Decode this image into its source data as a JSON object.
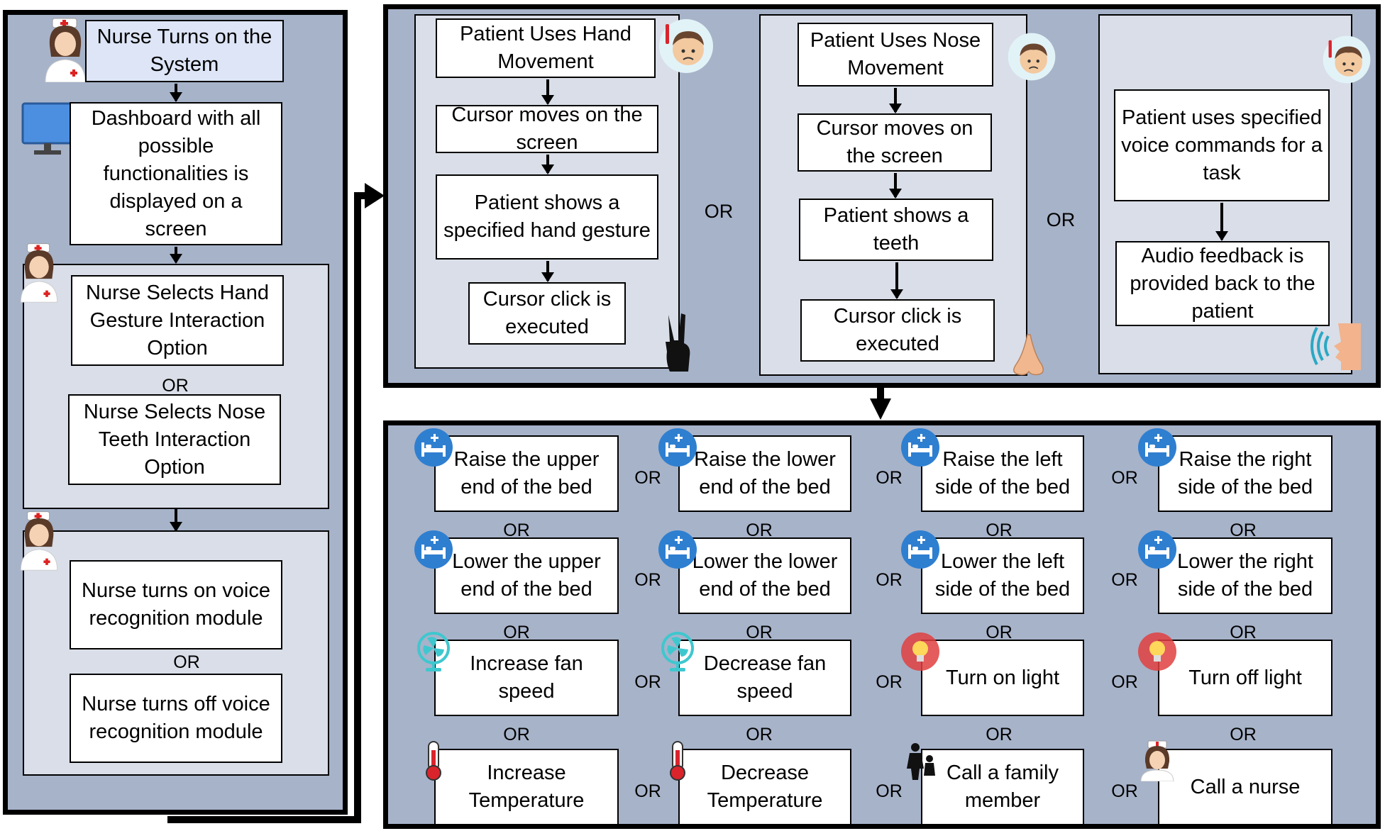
{
  "left_column": {
    "start": "Nurse Turns on the System",
    "dashboard": "Dashboard with all possible functionalities is displayed on a screen",
    "select_hand": "Nurse Selects Hand Gesture Interaction Option",
    "or_1": "OR",
    "select_nose": "Nurse Selects Nose Teeth Interaction Option",
    "voice_on": "Nurse turns on voice recognition module",
    "or_2": "OR",
    "voice_off": "Nurse turns off voice recognition module"
  },
  "interaction_panel": {
    "hand": {
      "title": "Patient Uses Hand Movement",
      "step1": "Cursor moves on the screen",
      "step2": "Patient shows a specified hand gesture",
      "step3": "Cursor click is executed"
    },
    "or_a": "OR",
    "nose": {
      "title": "Patient Uses Nose Movement",
      "step1": "Cursor moves on the screen",
      "step2": "Patient shows a teeth",
      "step3": "Cursor click is executed"
    },
    "or_b": "OR",
    "voice": {
      "step1": "Patient uses specified voice commands for a task",
      "step2": "Audio feedback is provided back to the patient"
    }
  },
  "actions": {
    "grid": [
      [
        "Raise the upper end of the bed",
        "Raise the lower end of the bed",
        "Raise the left side of the bed",
        "Raise the right side of the bed"
      ],
      [
        "Lower the upper end of the bed",
        "Lower  the lower end of the bed",
        "Lower the left side of the bed",
        "Lower the right side of the bed"
      ],
      [
        "Increase fan speed",
        "Decrease fan speed",
        "Turn on light",
        "Turn off light"
      ],
      [
        "Increase Temperature",
        "Decrease Temperature",
        "Call a family member",
        "Call a nurse"
      ]
    ],
    "or_label": "OR",
    "icons": [
      [
        "bed-icon",
        "bed-icon",
        "bed-icon",
        "bed-icon"
      ],
      [
        "bed-icon",
        "bed-icon",
        "bed-icon",
        "bed-icon"
      ],
      [
        "fan-icon",
        "fan-icon",
        "light-bulb-icon",
        "light-bulb-icon"
      ],
      [
        "thermometer-icon",
        "thermometer-icon",
        "family-icon",
        "nurse-icon"
      ]
    ]
  },
  "colors": {
    "panel_fill": "#a7b3c9",
    "sub_fill": "#d9dee8",
    "start_box_fill": "#dde5f6",
    "bed_icon_blue": "#2f7fd0",
    "fan_teal": "#3fc7cf",
    "bulb_red": "#e04040",
    "thermo_red": "#d9242c"
  }
}
